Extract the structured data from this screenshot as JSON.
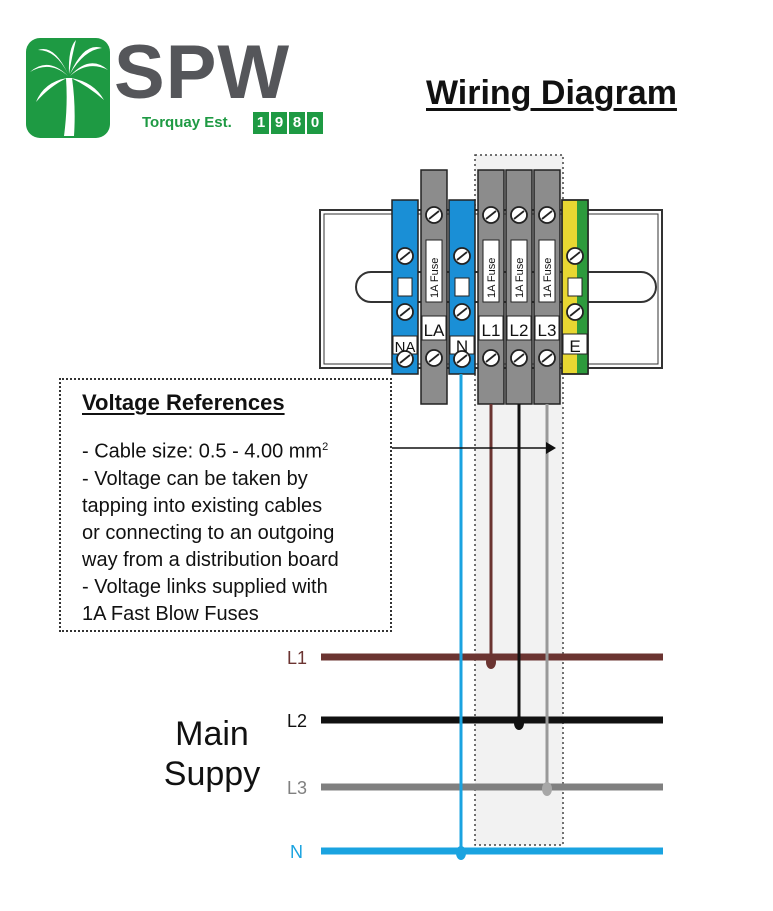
{
  "logo": {
    "brand": "SPW",
    "tagline": "Torquay Est.",
    "year_digits": [
      "1",
      "9",
      "8",
      "0"
    ],
    "colors": {
      "green": "#1e9a43",
      "grey": "#55565a"
    }
  },
  "title": "Wiring Diagram",
  "terminals": [
    {
      "label": "NA",
      "color": "blue",
      "fuse": ""
    },
    {
      "label": "LA",
      "color": "grey",
      "fuse": "1A Fuse"
    },
    {
      "label": "N",
      "color": "blue",
      "fuse": ""
    },
    {
      "label": "L1",
      "color": "grey",
      "fuse": "1A Fuse"
    },
    {
      "label": "L2",
      "color": "grey",
      "fuse": "1A Fuse"
    },
    {
      "label": "L3",
      "color": "grey",
      "fuse": "1A Fuse"
    },
    {
      "label": "E",
      "color": "yellow-green",
      "fuse": ""
    }
  ],
  "voltage_references": {
    "heading": "Voltage References",
    "line1_prefix": "- Cable size: 0.5 - 4.00 mm",
    "line1_sup": "2",
    "line2": "- Voltage can be taken by",
    "line3": "tapping into existing cables",
    "line4": "or connecting to an outgoing",
    "line5": "way from a distribution board",
    "line6": "- Voltage links supplied with",
    "line7": "1A Fast Blow Fuses"
  },
  "supply": {
    "label_line1": "Main",
    "label_line2": "Suppy",
    "lines": [
      {
        "label": "L1",
        "color": "#6b3431"
      },
      {
        "label": "L2",
        "color": "#111111"
      },
      {
        "label": "L3",
        "color": "#808080"
      },
      {
        "label": "N",
        "color": "#1aa3e0"
      }
    ]
  },
  "colors": {
    "terminal_blue": "#1a8fd6",
    "terminal_grey": "#8c8c8c",
    "earth_yellow": "#e8d732",
    "earth_green": "#2d9a3c"
  }
}
